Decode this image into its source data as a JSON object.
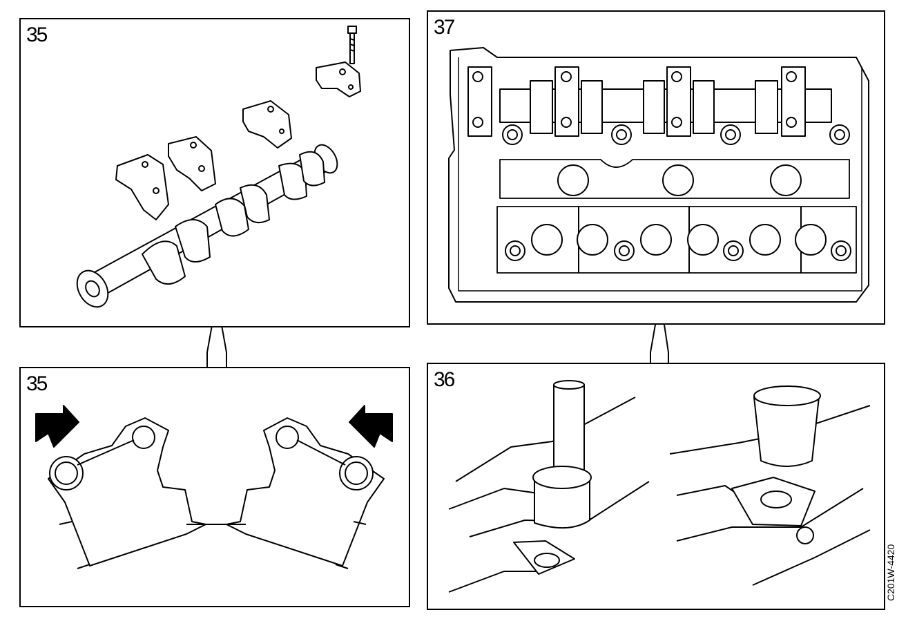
{
  "panels": {
    "top_left": {
      "number": "35"
    },
    "top_right": {
      "number": "37"
    },
    "bottom_left": {
      "number": "35"
    },
    "bottom_right": {
      "number": "36"
    }
  },
  "figure_code": "C201W-4420"
}
